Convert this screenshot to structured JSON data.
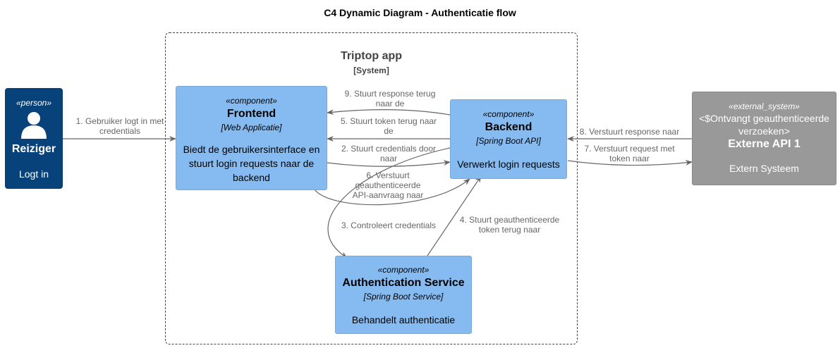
{
  "title": "C4 Dynamic Diagram - Authenticatie flow",
  "boundary": {
    "name": "Triptop app",
    "type": "[System]"
  },
  "person": {
    "stereotype": "«person»",
    "name": "Reiziger",
    "description": "Logt in"
  },
  "frontend": {
    "stereotype": "«component»",
    "name": "Frontend",
    "tech": "[Web Applicatie]",
    "description": [
      "Biedt de gebruikersinterface en",
      "stuurt login requests naar de",
      "backend"
    ]
  },
  "backend": {
    "stereotype": "«component»",
    "name": "Backend",
    "tech": "[Spring Boot API]",
    "description": "Verwerkt login requests"
  },
  "auth": {
    "stereotype": "«component»",
    "name": "Authentication Service",
    "tech": "[Spring Boot Service]",
    "description": "Behandelt authenticatie"
  },
  "external": {
    "stereotype": "«external_system»",
    "description_top": [
      "<$Ontvangt geauthenticeerde",
      "verzoeken>"
    ],
    "name": "Externe API 1",
    "description": "Extern Systeem"
  },
  "edges": {
    "e1": [
      "1. Gebruiker logt in met",
      "credentials"
    ],
    "e2": [
      "2. Stuurt credentials door",
      "naar"
    ],
    "e3": [
      "3. Controleert credentials"
    ],
    "e4": [
      "4. Stuurt geauthenticeerde",
      "token terug naar"
    ],
    "e5": [
      "5. Stuurt token terug naar",
      "de"
    ],
    "e6": [
      "6. Verstuurt",
      "geauthenticeerde",
      "API-aanvraag naar"
    ],
    "e7": [
      "7. Verstuurt request met",
      "token naar"
    ],
    "e8": [
      "8. Verstuurt response naar"
    ],
    "e9": [
      "9. Stuurt response terug",
      "naar de"
    ]
  },
  "colors": {
    "component": "#85bbf0",
    "person": "#08427b",
    "external": "#999999",
    "arrow": "#666666"
  }
}
